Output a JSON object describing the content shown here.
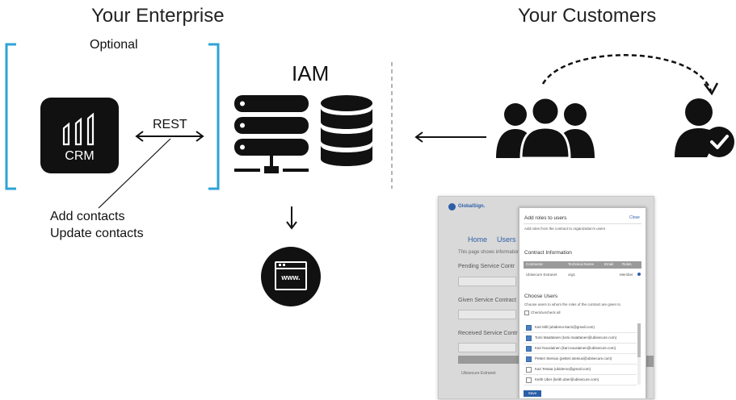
{
  "headings": {
    "enterprise": "Your Enterprise",
    "customers": "Your Customers",
    "optional": "Optional",
    "iam": "IAM"
  },
  "crm": {
    "label": "CRM"
  },
  "connector": {
    "rest": "REST",
    "caption_1": "Add contacts",
    "caption_2": "Update contacts"
  },
  "www": {
    "label": "www."
  },
  "colors": {
    "bracket": "#2ea3d6",
    "icon": "#111111",
    "accent_blue": "#2c5fa8"
  },
  "screenshot": {
    "brand": "GlobalSign.",
    "bg_nav": [
      "Home",
      "Users"
    ],
    "bg_sections": [
      "Pending Service Contr",
      "Given Service Contract",
      "Received Service Contr"
    ],
    "bg_intro": "This page shows information",
    "bg_footer": "Ubisecure Extranet",
    "modal": {
      "title": "Add roles to users",
      "close": "Close",
      "subtitle": "Add roles from the contract to organization's users",
      "contract_heading": "Contract Information",
      "table_headers": [
        "Contractor",
        "Technical Name",
        "Email",
        "Roles"
      ],
      "table_row": [
        "Ubisecure Extranet",
        "org1",
        "",
        "Member"
      ],
      "choose_heading": "Choose Users",
      "choose_hint": "Choose users to whom the roles of the contract are given to",
      "check_all": "Check/uncheck all",
      "users": [
        "Kari Mill (ubidemo-kari1@gmail.com)",
        "Tomi Maattanen (tomi.maattanen@ubisecure.com)",
        "Kari Nousiainen (kari.nousiainen@ubisecure.com)",
        "Petteri Stenius (petteri.stenius@ubisecure.com)",
        "Kari Testaa (ubidemo@gmail.com)",
        "Keith Uber (keith.uber@ubisecure.com)"
      ],
      "users_checked": [
        true,
        true,
        true,
        true,
        false,
        false
      ],
      "save": "Save"
    }
  }
}
